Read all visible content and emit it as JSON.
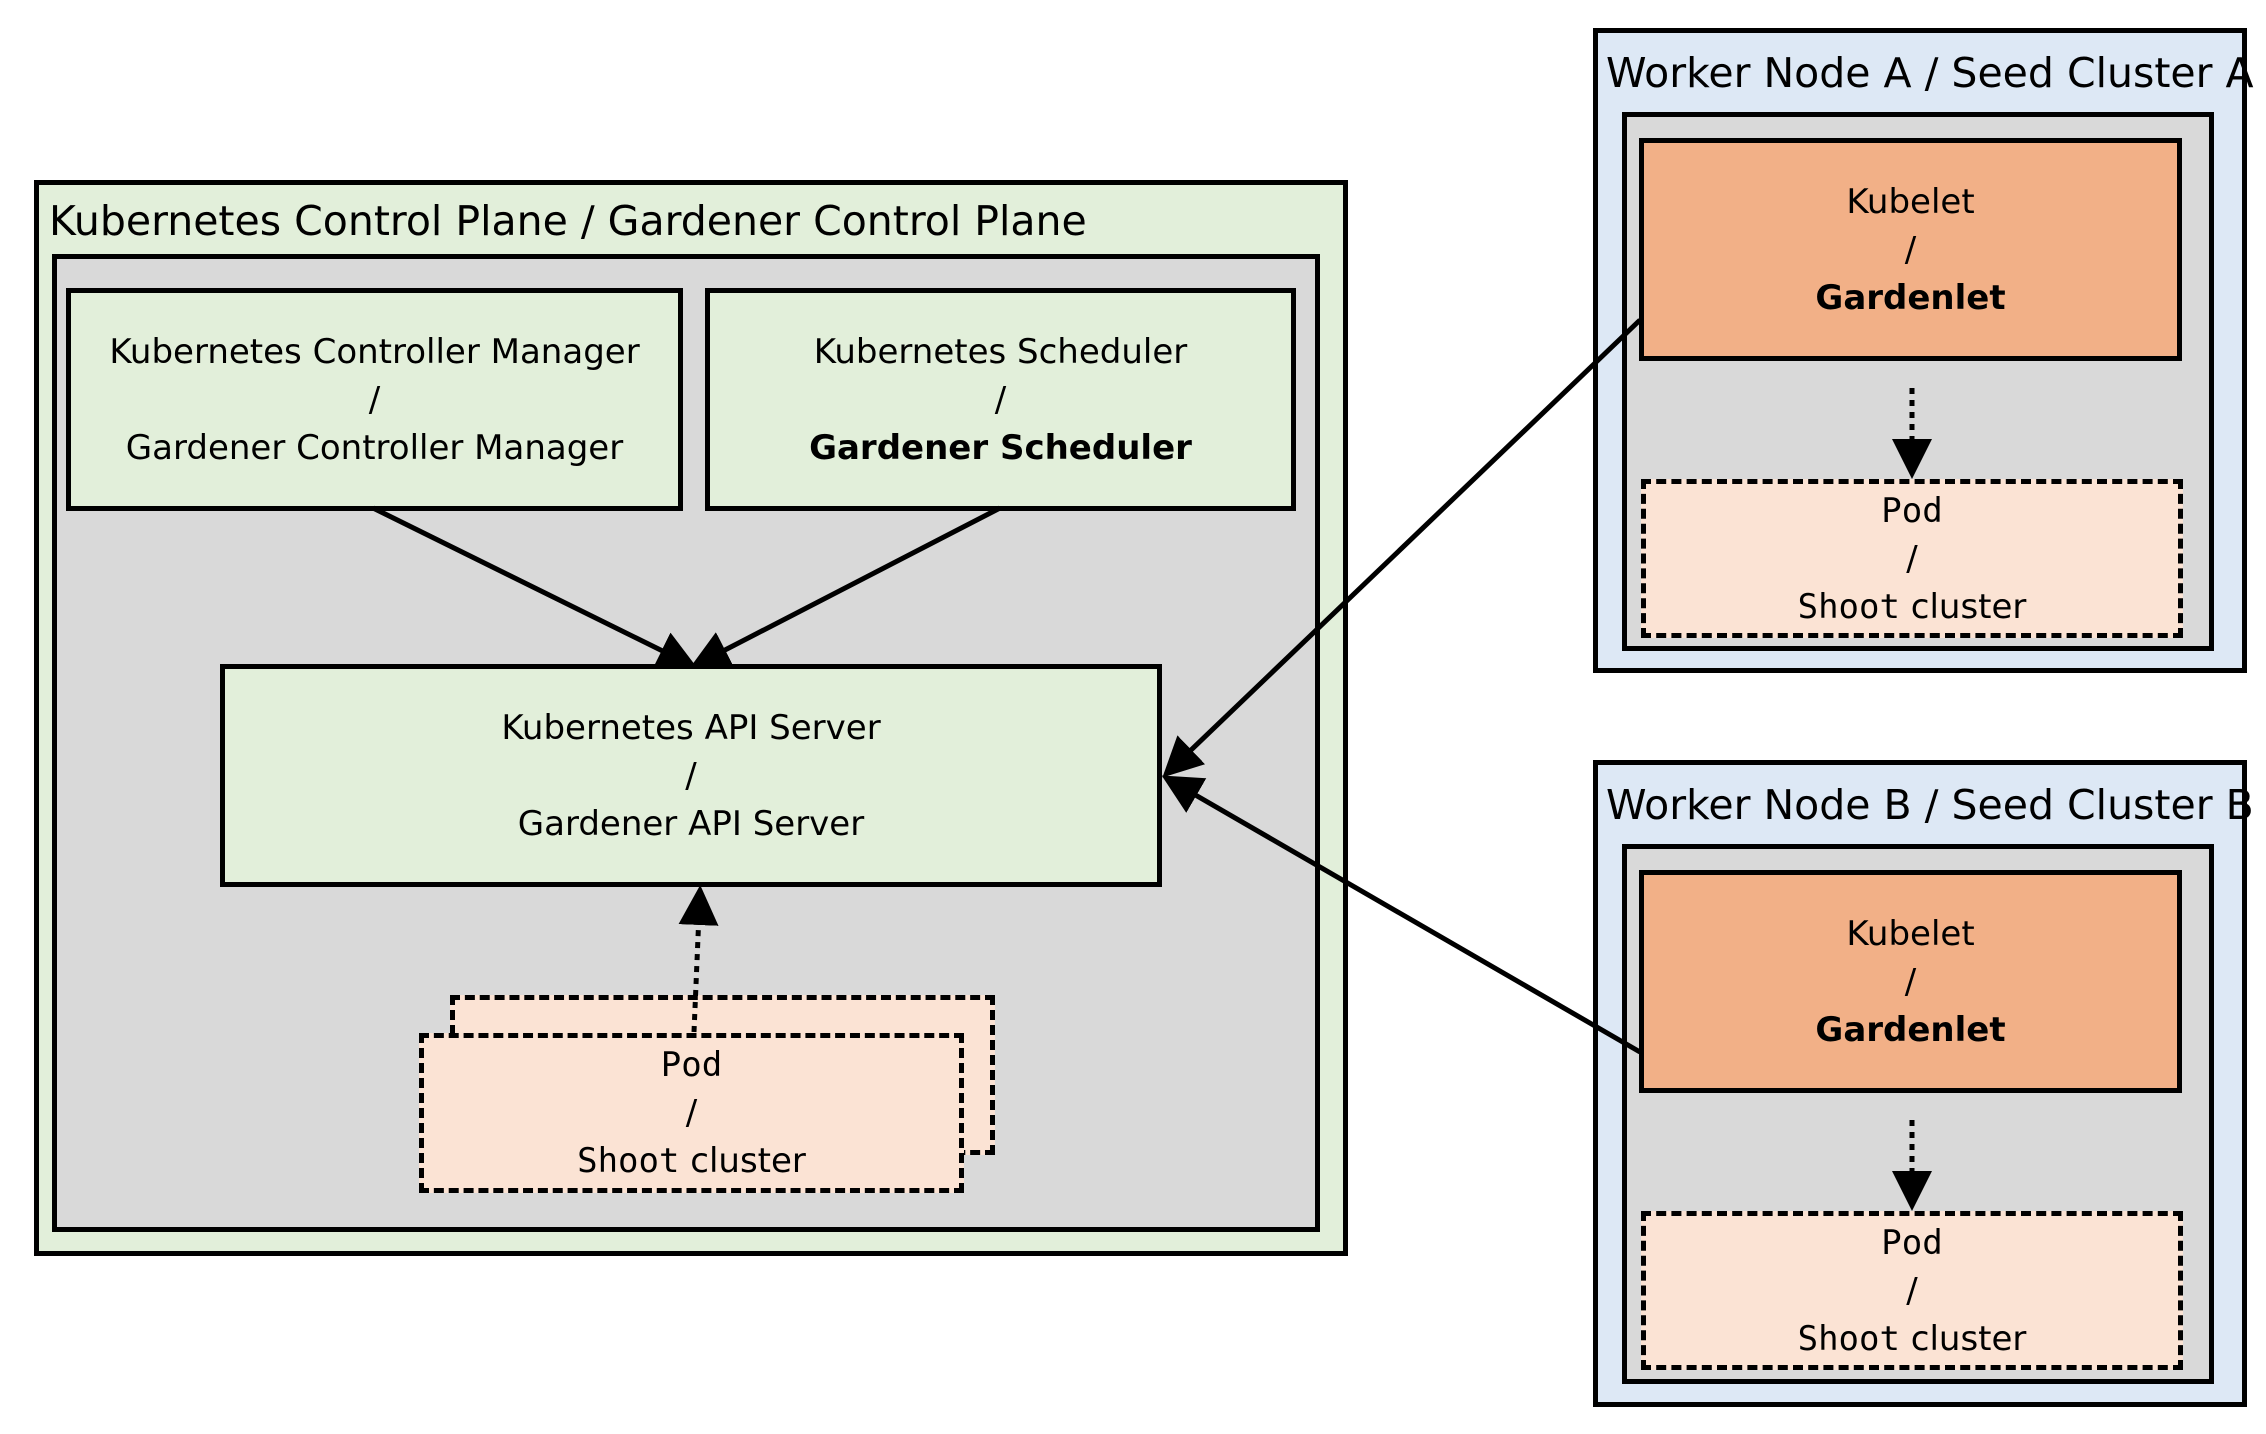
{
  "control_plane": {
    "title": "Kubernetes Control Plane / Gardener Control Plane",
    "controller_manager": {
      "line1": "Kubernetes Controller Manager",
      "sep": "/",
      "line2": "Gardener Controller Manager"
    },
    "scheduler": {
      "line1": "Kubernetes Scheduler",
      "sep": "/",
      "line2": "Gardener Scheduler"
    },
    "api_server": {
      "line1": "Kubernetes API Server",
      "sep": "/",
      "line2": "Gardener API Server"
    },
    "pod": {
      "line1": "Pod",
      "sep": "/",
      "shoot": "Shoot",
      "cluster": "cluster"
    }
  },
  "worker_a": {
    "title": "Worker Node A / Seed Cluster A",
    "agent": {
      "line1": "Kubelet",
      "sep": "/",
      "line2": "Gardenlet"
    },
    "pod": {
      "line1": "Pod",
      "sep": "/",
      "shoot": "Shoot",
      "cluster": "cluster"
    }
  },
  "worker_b": {
    "title": "Worker Node B / Seed Cluster B",
    "agent": {
      "line1": "Kubelet",
      "sep": "/",
      "line2": "Gardenlet"
    },
    "pod": {
      "line1": "Pod",
      "sep": "/",
      "shoot": "Shoot",
      "cluster": "cluster"
    }
  },
  "colors": {
    "control_plane_bg": "#e2efda",
    "worker_bg": "#dde8f5",
    "inner_bg": "#d9d9d9",
    "gardenlet_bg": "#f2b087",
    "pod_bg": "#fbe3d4"
  }
}
